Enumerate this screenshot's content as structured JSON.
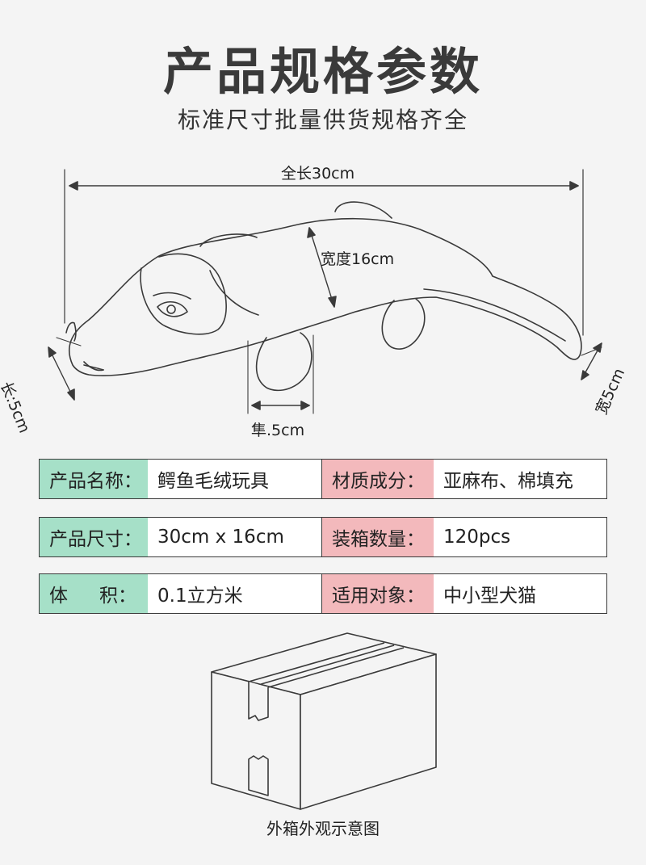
{
  "header": {
    "title": "产品规格参数",
    "subtitle": "标准尺寸批量供货规格齐全"
  },
  "dimensions": {
    "full_length": "全长30cm",
    "width": "宽度16cm",
    "head_length": "长:5cm",
    "tail_width": "宽5cm",
    "leg_height": "隼.5cm"
  },
  "specs": [
    {
      "left_label": "产品名称：",
      "left_value": "鳄鱼毛绒玩具",
      "right_label": "材质成分：",
      "right_value": "亚麻布、棉填充"
    },
    {
      "left_label": "产品尺寸：",
      "left_value": "30cm x 16cm",
      "right_label": "装箱数量：",
      "right_value": "120pcs"
    },
    {
      "left_label_a": "体",
      "left_label_b": "积：",
      "left_value": "0.1立方米",
      "right_label": "适用对象：",
      "right_value": "中小型犬猫"
    }
  ],
  "box_caption": "外箱外观示意图",
  "colors": {
    "label_green": "#a6e0c8",
    "label_pink": "#f3b9bc"
  }
}
